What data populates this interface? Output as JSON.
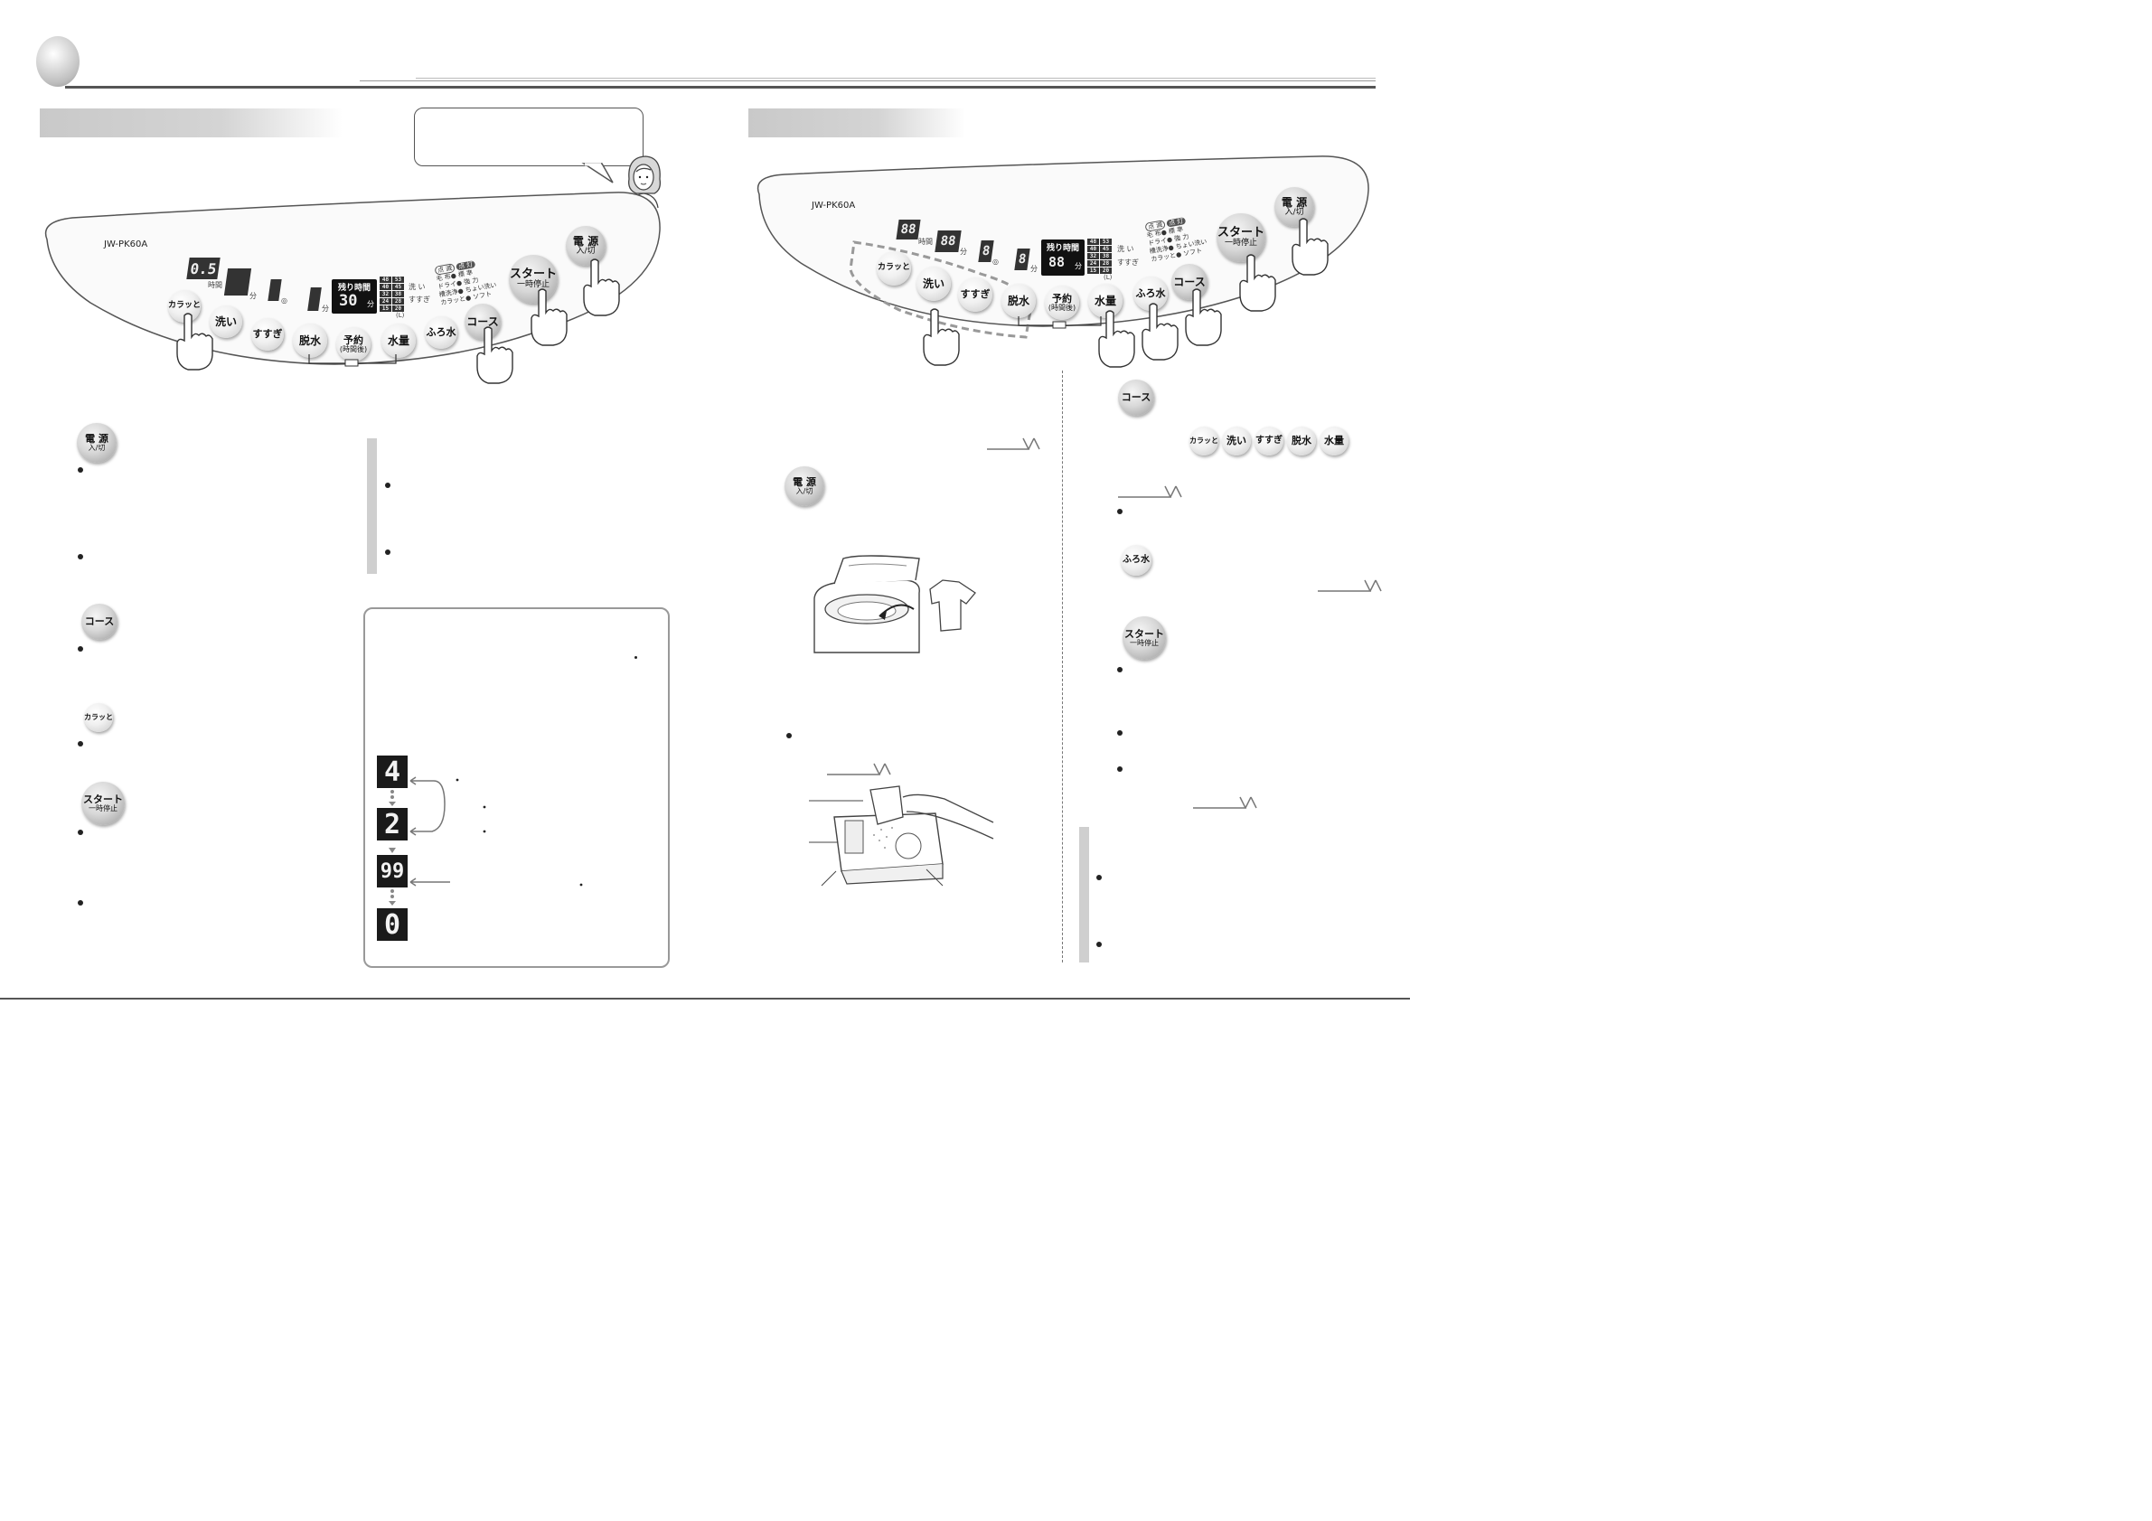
{
  "model": "JW-PK60A",
  "buttons": {
    "power_main": "電 源",
    "power_sub": "入/切",
    "start_main": "スタート",
    "start_sub": "一時停止",
    "course": "コース",
    "karatto": "カラッと",
    "wash": "洗い",
    "rinse": "すすぎ",
    "spin": "脱水",
    "reserve_main": "予約",
    "reserve_sub": "(時間後)",
    "water": "水量",
    "bath_water": "ふろ水"
  },
  "display": {
    "remaining_label": "残り時間",
    "remaining_value": "30",
    "remaining_value_right": "88",
    "minute_unit": "分",
    "hour_unit": "時間",
    "left_hours_value": "0.5",
    "right_hours_value": "88",
    "right_minutes_value": "88",
    "right_times_value": "8",
    "right_rinse_value": "8",
    "water_levels_left_col": [
      "48",
      "40",
      "32",
      "24",
      "15"
    ],
    "water_levels_right_col": [
      "53",
      "45",
      "38",
      "28",
      "20"
    ],
    "liter_unit": "(L)",
    "wash_indicator": "洗 い",
    "rinse_indicator": "すすぎ",
    "lamp_off": "点 滅",
    "lamp_on": "点 灯",
    "course_list": [
      "毛 布",
      "ドライ",
      "槽洗浄",
      "カラッと"
    ],
    "course_list_right": [
      "標 準",
      "強 力",
      "ちょい洗い",
      "ソフト"
    ]
  },
  "countdown": {
    "steps": [
      "4",
      "2",
      "99",
      "0"
    ]
  },
  "colors": {
    "panel_fill": "#f7f7f7",
    "header_gray": "#cccccc",
    "button_dark_accent": "#9a9a9a"
  }
}
